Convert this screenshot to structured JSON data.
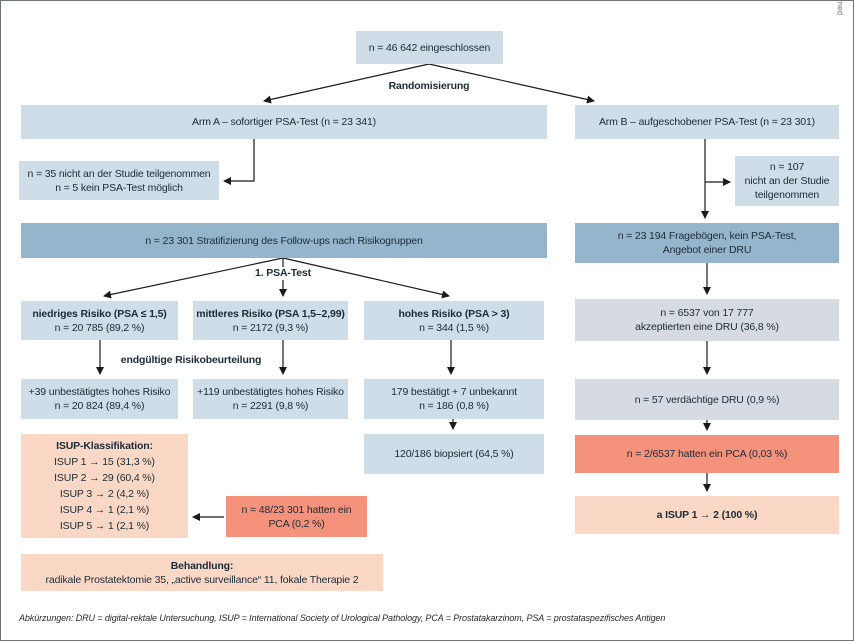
{
  "copyright": "© Universimed",
  "colors": {
    "box_blue_light": "#cfdde9",
    "box_blue_dark": "#95b5cc",
    "box_blue_gray": "#d6dbe3",
    "box_salmon_light": "#fbd8c6",
    "box_salmon_dark": "#f5927b",
    "arrow": "#1a1a1a",
    "text": "#1c2b36"
  },
  "nodes": {
    "enrolled": "n = 46 642 eingeschlossen",
    "arm_a": "Arm A – sofortiger PSA-Test (n = 23 341)",
    "arm_b": "Arm B – aufgeschobener PSA-Test (n = 23 301)",
    "excl_a": [
      "n = 35 nicht an der Studie teilgenommen",
      "n = 5 kein PSA-Test möglich"
    ],
    "excl_b": [
      "n = 107",
      "nicht an der Studie",
      "teilgenommen"
    ],
    "stratification": "n = 23 301 Stratifizierung des Follow-ups nach Risikogruppen",
    "risk_low": {
      "title": "niedriges Risiko (PSA ≤ 1,5)",
      "value": "n = 20 785 (89,2 %)"
    },
    "risk_mid": {
      "title": "mittleres Risiko (PSA 1,5–2,99)",
      "value": "n = 2172 (9,3 %)"
    },
    "risk_high": {
      "title": "hohes Risiko (PSA > 3)",
      "value": "n = 344 (1,5 %)"
    },
    "final_low": {
      "title": "+39 unbestätigtes hohes Risiko",
      "value": "n = 20 824 (89,4 %)"
    },
    "final_mid": {
      "title": "+119 unbestätigtes hohes Risiko",
      "value": "n = 2291 (9,8 %)"
    },
    "final_high": {
      "title": "179 bestätigt + 7 unbekannt",
      "value": "n = 186 (0,8 %)"
    },
    "biopsy": "120/186 biopsiert (64,5 %)",
    "isup": {
      "title": "ISUP-Klassifikation:",
      "lines": [
        "ISUP 1 → 15 (31,3 %)",
        "ISUP 2 → 29 (60,4 %)",
        "ISUP 3 → 2 (4,2 %)",
        "ISUP 4 → 1 (2,1 %)",
        "ISUP 5 → 1 (2,1 %)"
      ]
    },
    "pca_arm_a": [
      "n = 48/23 301 hatten ein",
      "PCA (0,2 %)"
    ],
    "treatment": {
      "title": "Behandlung:",
      "line": "radikale Prostatektomie 35, „active surveillance“ 11, fokale Therapie 2"
    },
    "questionnaire": [
      "n = 23 194 Fragebögen, kein PSA-Test,",
      "Angebot einer DRU"
    ],
    "dru_accepted": [
      "n = 6537 von 17 777",
      "akzeptierten eine DRU (36,8 %)"
    ],
    "dru_suspicious": "n = 57 verdächtige DRU (0,9 %)",
    "pca_arm_b": "n = 2/6537 hatten ein PCA (0,03 %)",
    "isup_arm_b": "a ISUP 1 → 2 (100 %)"
  },
  "labels": {
    "randomisierung": "Randomisierung",
    "psa_test": "1. PSA-Test",
    "final_assessment": "endgültige Risikobeurteilung"
  },
  "footer": "Abkürzungen: DRU = digital-rektale Untersuchung, ISUP = International Society of Urological Pathology, PCA = Prostatakarzinom, PSA = prostataspezifisches Antigen"
}
